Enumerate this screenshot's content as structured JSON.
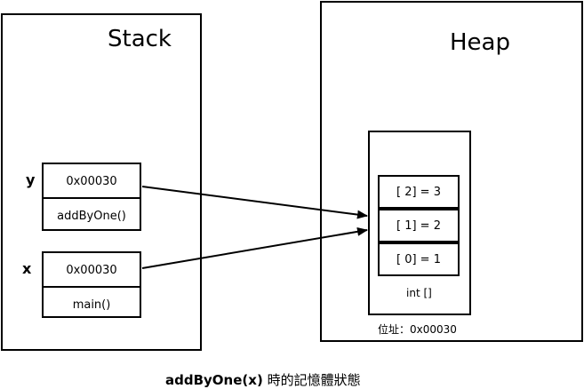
{
  "stack": {
    "title": "Stack",
    "frames": [
      {
        "var": "y",
        "value": "0x00030",
        "method": "addByOne()"
      },
      {
        "var": "x",
        "value": "0x00030",
        "method": "main()"
      }
    ]
  },
  "heap": {
    "title": "Heap",
    "slots": [
      "[ 2] = 3",
      "[ 1] = 2",
      "[ 0] = 1"
    ],
    "type_label": "int []",
    "address_label": "位址：0x00030"
  },
  "caption": {
    "code": "addByOne(x)",
    "text": "時的記憶體狀態"
  }
}
